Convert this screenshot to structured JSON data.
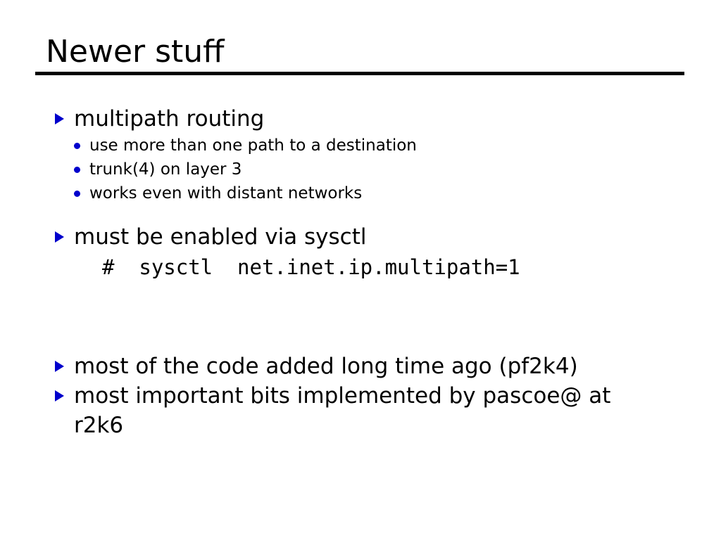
{
  "slide": {
    "title": "Newer stuff",
    "accent_color": "#0000cc",
    "text_color": "#000000",
    "background_color": "#ffffff",
    "marker_triangle": "triangle-right",
    "marker_dot": "bullet-dot"
  },
  "content": {
    "group_multipath": {
      "heading": "multipath routing",
      "sub_items": [
        "use more than one path to a destination",
        "trunk(4) on layer 3",
        "works even with distant networks"
      ]
    },
    "group_sysctl": {
      "heading": "must be enabled via sysctl",
      "command": "#  sysctl  net.inet.ip.multipath=1"
    },
    "group_history": {
      "items": [
        "most of the code added long time ago (pf2k4)",
        "most important bits implemented by pascoe@ at",
        "r2k6"
      ]
    }
  }
}
